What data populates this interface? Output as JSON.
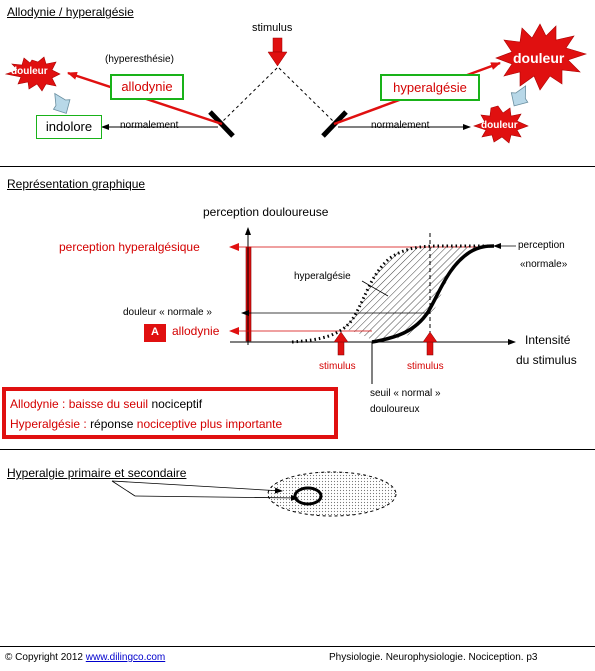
{
  "section1": {
    "title": "Allodynie / hyperalgésie",
    "stimulus": "stimulus",
    "hyperesthesie": "(hyperesthésie)",
    "allodynie": "allodynie",
    "douleur_left": "douleur",
    "indolore": "indolore",
    "normalement_left": "normalement",
    "hyperalgesie": "hyperalgésie",
    "douleur_big": "douleur",
    "douleur_small": "douleur",
    "normalement_right": "normalement"
  },
  "section2": {
    "title": "Représentation graphique",
    "y_axis_label": "perception douloureuse",
    "perception_hyper": "perception hyperalgésique",
    "douleur_normale": "douleur « normale »",
    "badge": "A",
    "allodynie": "allodynie",
    "hyperalgesie_curve": "hyperalgésie",
    "perception_normale_1": "perception",
    "perception_normale_2": "«normale»",
    "x_axis_label_1": "Intensité",
    "x_axis_label_2": "du stimulus",
    "stimulus_left": "stimulus",
    "stimulus_right": "stimulus",
    "seuil_1": "seuil « normal »",
    "seuil_2": "douloureux"
  },
  "definitions": {
    "line1_red": "Allodynie : baisse du seuil",
    "line1_black": "nociceptif",
    "line2_red": "Hyperalgésie :",
    "line2_black": "réponse",
    "line2_red2": "nociceptive plus importante"
  },
  "section3": {
    "title": "Hyperalgie primaire et secondaire"
  },
  "footer": {
    "copyright_symbol": "©",
    "copyright": "Copyright 2012",
    "link": "www.dilingco.com",
    "right": "Physiologie. Neurophysiologie. Nociception. p3"
  },
  "colors": {
    "red": "#d40000",
    "green_border": "#19b219",
    "light_blue_arrow": "#b8d8e8"
  }
}
